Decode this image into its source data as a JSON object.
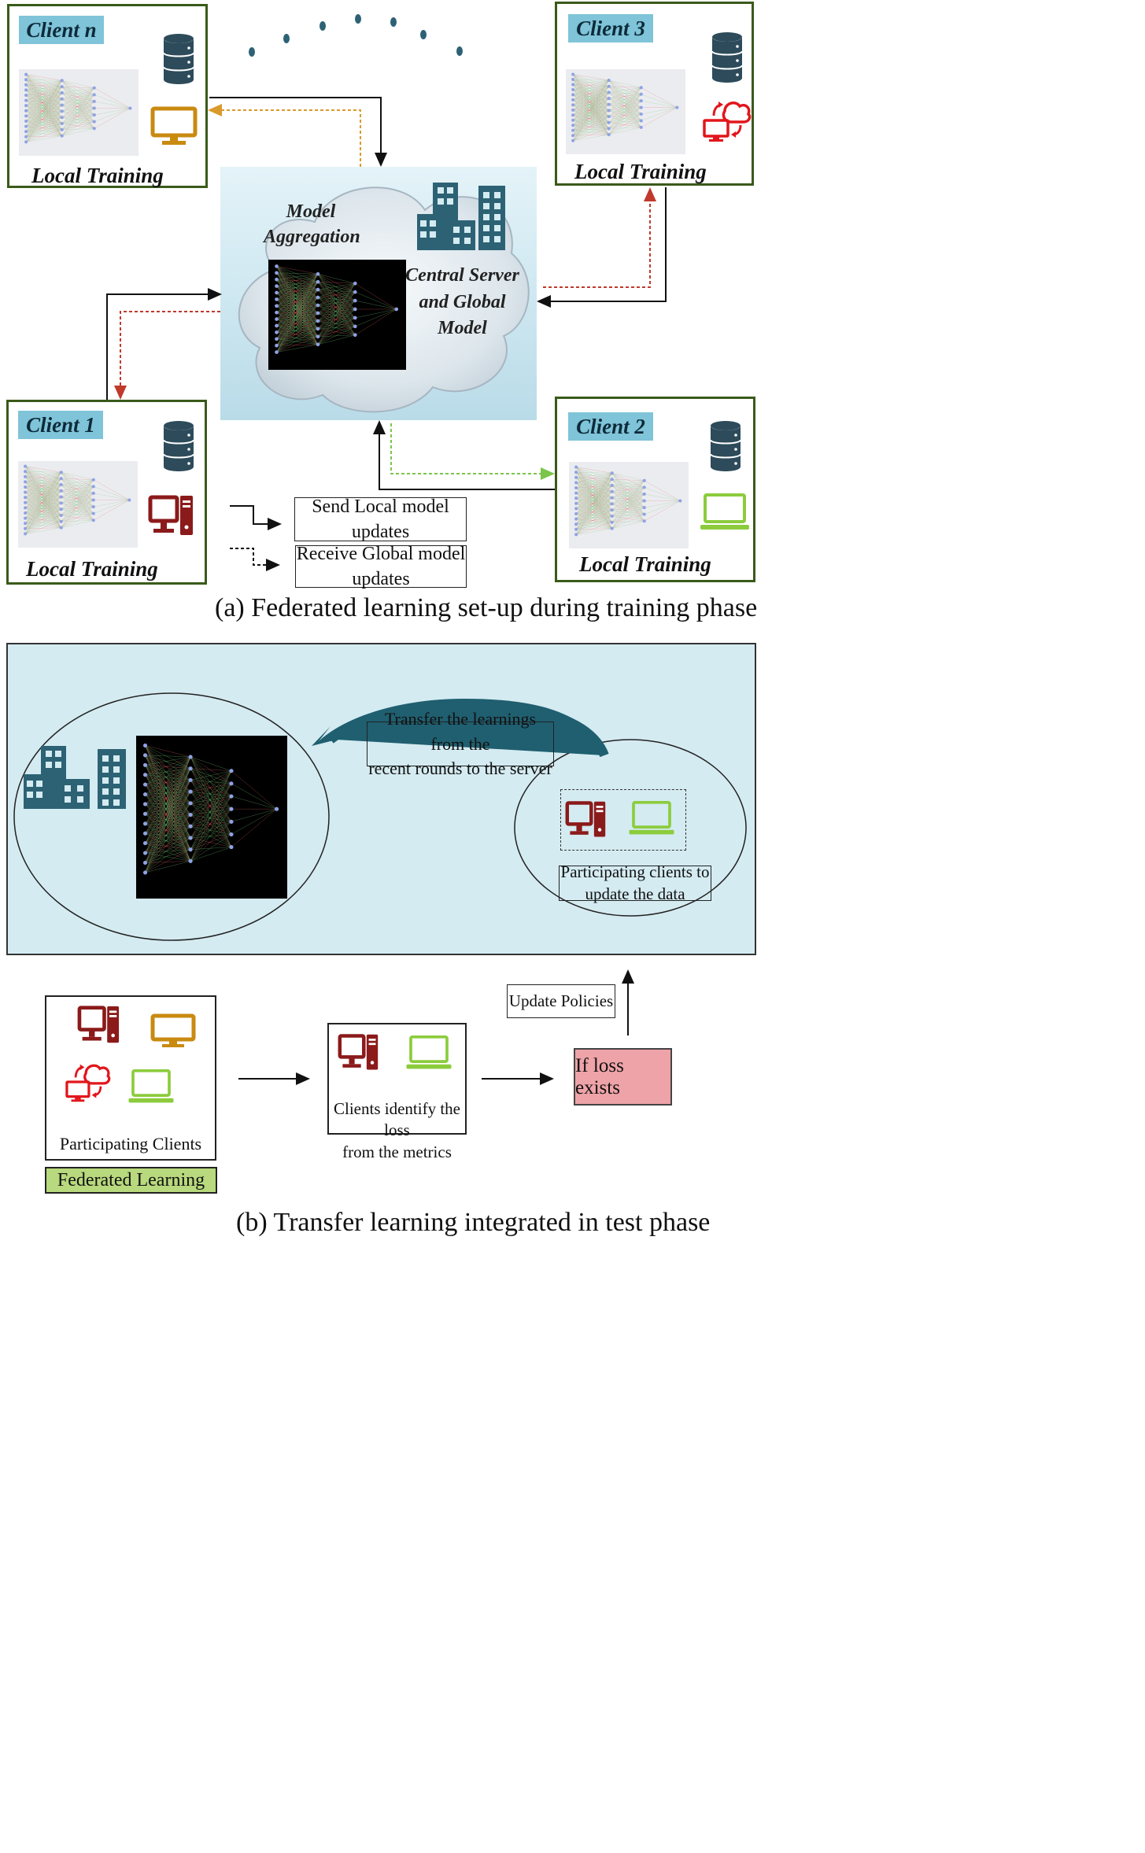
{
  "panel_a": {
    "clients": [
      {
        "tag": "Client n",
        "training": "Local Training"
      },
      {
        "tag": "Client 3",
        "training": "Local Training"
      },
      {
        "tag": "Client 1",
        "training": "Local Training"
      },
      {
        "tag": "Client 2",
        "training": "Local Training"
      }
    ],
    "server": {
      "aggregation_line1": "Model",
      "aggregation_line2": "Aggregation",
      "central_line1": "Central Server",
      "central_line2": "and Global Model"
    },
    "legend": {
      "send": "Send Local model updates",
      "receive_line1": "Receive Global model",
      "receive_line2": "updates"
    },
    "caption": "(a)  Federated learning set-up during training phase"
  },
  "panel_b": {
    "transfer_line1": "Transfer the learnings from the",
    "transfer_line2": "recent rounds to the server",
    "participating_update_line1": "Participating clients to",
    "participating_update_line2": "update the data",
    "update_policies": "Update Policies",
    "participating_clients": "Participating Clients",
    "federated_learning": "Federated Learning",
    "identify_line1": "Clients identify the loss",
    "identify_line2": "from the metrics",
    "loss_exists": "If loss exists",
    "caption": "(b)  Transfer learning integrated in test phase"
  },
  "colors": {
    "client_border": "#3a5a1a",
    "client_tag": "#7fc4d8",
    "building": "#2d6275",
    "database": "#2d4b5a",
    "desktop_red": "#8b1a1a",
    "monitor_orange": "#c98a10",
    "laptop_green": "#8ccc3c",
    "cloud_red": "#e2161b",
    "panel_b_bg": "#d4ebf1",
    "loss_box": "#eea3a8",
    "fl_box": "#b8d97d",
    "arrow_send": "#111111",
    "arrow_receive_red": "#c0392b",
    "arrow_receive_orange": "#d99a2b",
    "arrow_receive_green": "#7cc44a"
  },
  "icons": [
    "database-icon",
    "monitor-icon",
    "desktop-tower-icon",
    "laptop-icon",
    "cloud-sync-icon",
    "buildings-icon",
    "neural-network-icon"
  ]
}
